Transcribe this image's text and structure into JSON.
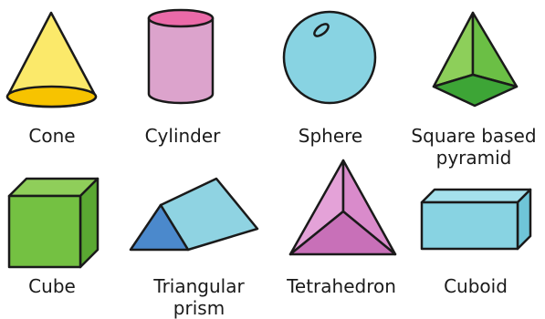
{
  "shapes": [
    {
      "id": "cone",
      "label": "Cone"
    },
    {
      "id": "cylinder",
      "label": "Cylinder"
    },
    {
      "id": "sphere",
      "label": "Sphere"
    },
    {
      "id": "square-pyramid",
      "label_line1": "Square based",
      "label_line2": "pyramid"
    },
    {
      "id": "cube",
      "label": "Cube"
    },
    {
      "id": "triangular-prism",
      "label_line1": "Triangular",
      "label_line2": "prism"
    },
    {
      "id": "tetrahedron",
      "label": "Tetrahedron"
    },
    {
      "id": "cuboid",
      "label": "Cuboid"
    }
  ],
  "colors": {
    "outline": "#1a1a1a",
    "cone_body": "#fbe96a",
    "cone_base": "#f7c300",
    "cylinder_body": "#dca3cc",
    "cylinder_top": "#ea6aa8",
    "sphere": "#88d3e2",
    "pyramid_light": "#8dcf5a",
    "pyramid_mid": "#6bbf45",
    "pyramid_dark": "#3da536",
    "cube_front": "#74c142",
    "cube_top": "#8fce5a",
    "cube_side": "#5aa832",
    "prism_light": "#8fd3e2",
    "prism_face": "#4b89cc",
    "tetra_light": "#e4a2d8",
    "tetra_mid": "#d98bcb",
    "tetra_dark": "#c870b8",
    "cuboid_front": "#88d3e2",
    "cuboid_top": "#a5e0ec",
    "cuboid_side": "#6fc5d8"
  }
}
